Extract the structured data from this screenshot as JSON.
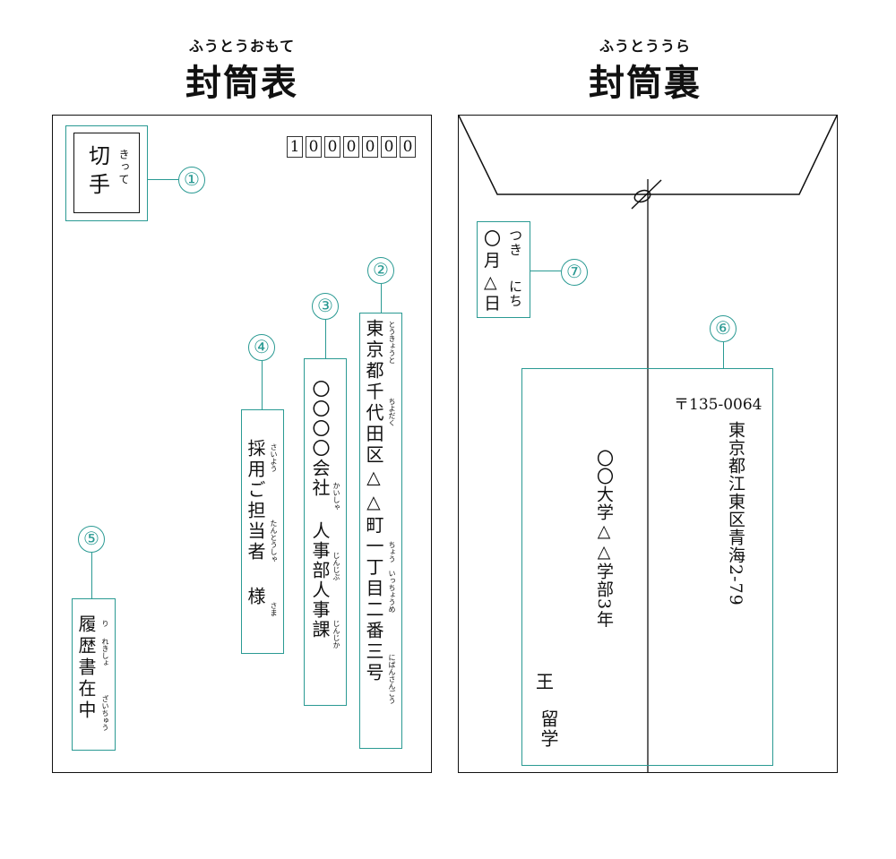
{
  "front": {
    "title_kana": "ふうとうおもて",
    "title": "封筒表",
    "postal_code": [
      "1",
      "0",
      "0",
      "0",
      "0",
      "0",
      "0"
    ],
    "stamp": {
      "line1": "切",
      "line2": "手",
      "ruby": "きって"
    },
    "markers": [
      "①",
      "②",
      "③",
      "④",
      "⑤"
    ],
    "address": "東京都千代田区△△町一丁目二番三号",
    "address_ruby": [
      "とうきょうと",
      "ちよだく",
      "ちょう",
      "いっちょうめ",
      "にばんさんごう"
    ],
    "company": "〇〇〇〇会社 人事部人事課",
    "company_ruby": [
      "かいしゃ",
      "じんじぶ",
      "じんじか"
    ],
    "recipient": "採用ご担当者 様",
    "recipient_ruby": [
      "さいよう",
      "たんとうしゃ",
      "さま"
    ],
    "enclosure": "履歴書在中",
    "enclosure_ruby": [
      "り",
      "れきしょ",
      "ざいちゅう"
    ]
  },
  "back": {
    "title_kana": "ふうとううら",
    "title": "封筒裏",
    "markers": [
      "⑥",
      "⑦"
    ],
    "date_line1": "〇月",
    "date_line2": "△日",
    "date_ruby": [
      "つき",
      "にち"
    ],
    "postal": "〒135-0064",
    "address": "東京都江東区青海2-79",
    "school": "〇〇大学△△学部3年",
    "name_family": "王",
    "name_given": "留学"
  },
  "colors": {
    "accent": "#2a9a93",
    "line": "#111111"
  }
}
